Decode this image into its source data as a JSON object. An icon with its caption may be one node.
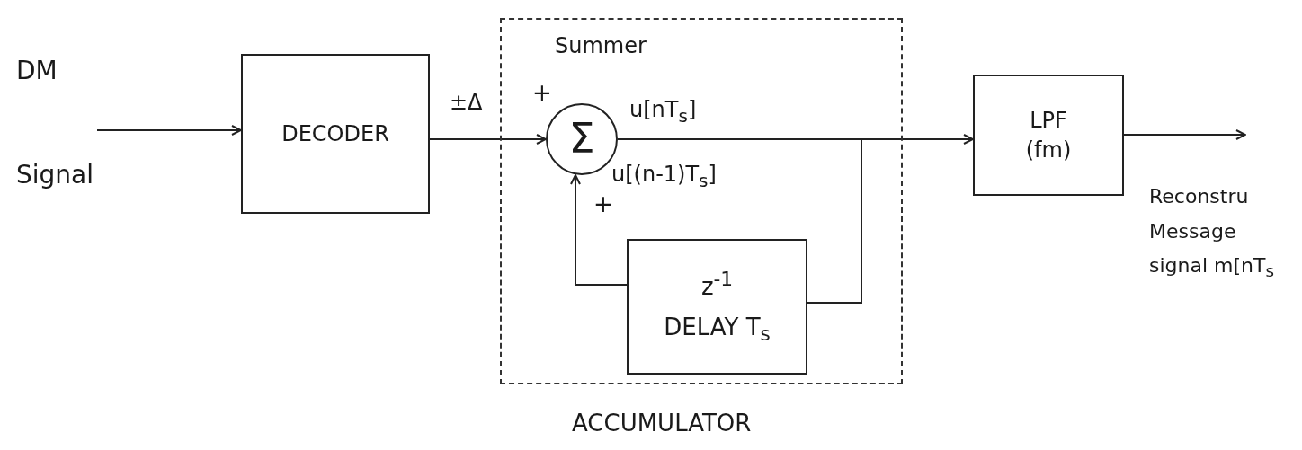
{
  "diagram": {
    "nodes": [
      {
        "text": [
          "DM",
          "Signal"
        ]
      },
      {
        "text": [
          "DECODER"
        ]
      },
      {
        "text": [
          "ACCUMULATOR"
        ]
      },
      {
        "text": [
          "Σ"
        ],
        "beside": [
          "Summer"
        ],
        "in": 2
      },
      {
        "text": [
          "z$^{-1}$",
          "DELAY T$_{s}$"
        ],
        "in": 2
      },
      {
        "text": [
          "LPF",
          "(fm)"
        ]
      }
    ],
    "edges": [
      {
        "from": 0,
        "to": 1,
        "arrow": "to"
      },
      {
        "from": 1,
        "to": 3,
        "arrow": "to",
        "label": "±Δ"
      },
      {
        "from": 3,
        "to": 5,
        "arrow": "to",
        "label": "u[nT$_{s}$]"
      },
      {
        "from": 3,
        "to": 4,
        "arrow": "none"
      },
      {
        "from": 4,
        "to": 3,
        "arrow": "to",
        "label": "u[(n-1)T$_{s}$]"
      },
      {
        "from": 5,
        "to": null,
        "arrow": "to"
      }
    ],
    "labels": [
      "+",
      "+",
      "Reconstru Message signal m[nT$_{s}$"
    ]
  }
}
